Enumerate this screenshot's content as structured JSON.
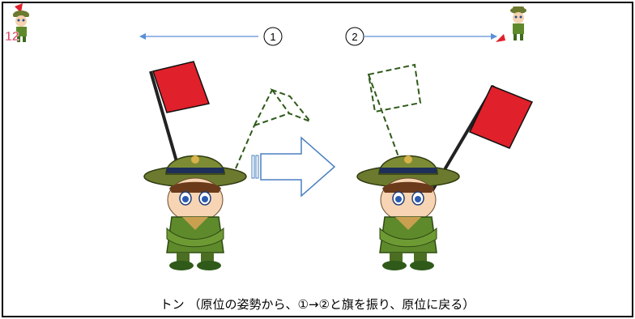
{
  "page_number": "12",
  "steps": [
    {
      "label": "1",
      "arrow_direction": "left"
    },
    {
      "label": "2",
      "arrow_direction": "right"
    }
  ],
  "caption": "トン （原位の姿勢から、①→②と旗を振り、原位に戻る）",
  "colors": {
    "arrow": "#5b8fd6",
    "flag": "#e0202a",
    "hat": "#6b7a2e",
    "uniform": "#5f8a2c",
    "dashed_outline": "#2f5a1a",
    "big_arrow": "#4a7fc0"
  },
  "icons": {
    "corner_left": "scout-mascot-icon",
    "corner_right": "scout-mascot-icon",
    "big_arrow": "right-arrow-icon"
  }
}
